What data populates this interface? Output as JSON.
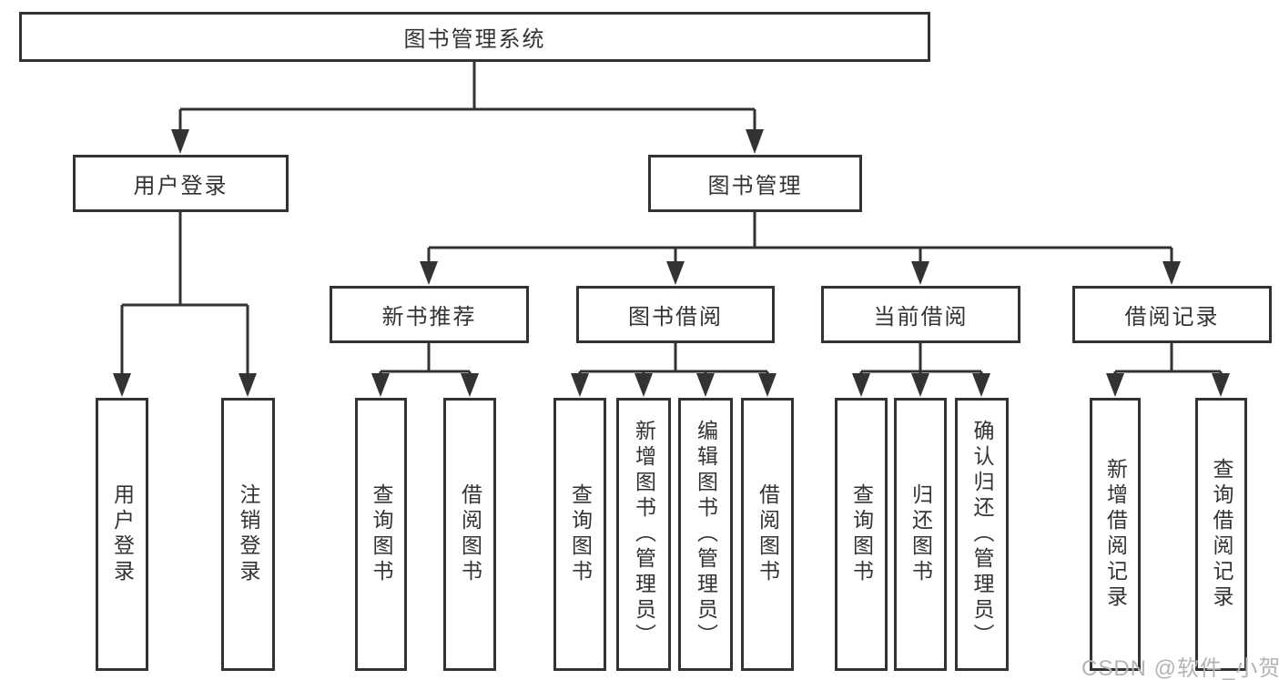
{
  "diagram": {
    "type": "hierarchy",
    "colors": {
      "line": "#333333",
      "box_border": "#333333",
      "text": "#333333",
      "watermark_text": "#b4b4b4",
      "background": "#ffffff"
    },
    "tree": {
      "label": "图书管理系统",
      "children": [
        {
          "label": "用户登录",
          "children": [
            {
              "label": "用户登录"
            },
            {
              "label": "注销登录"
            }
          ]
        },
        {
          "label": "图书管理",
          "children": [
            {
              "label": "新书推荐",
              "children": [
                {
                  "label": "查询图书"
                },
                {
                  "label": "借阅图书"
                }
              ]
            },
            {
              "label": "图书借阅",
              "children": [
                {
                  "label": "查询图书"
                },
                {
                  "label": "新增图书（管理员）"
                },
                {
                  "label": "编辑图书（管理员）"
                },
                {
                  "label": "借阅图书"
                }
              ]
            },
            {
              "label": "当前借阅",
              "children": [
                {
                  "label": "查询图书"
                },
                {
                  "label": "归还图书"
                },
                {
                  "label": "确认归还（管理员）"
                }
              ]
            },
            {
              "label": "借阅记录",
              "children": [
                {
                  "label": "新增借阅记录"
                },
                {
                  "label": "查询借阅记录"
                }
              ]
            }
          ]
        }
      ]
    },
    "watermark": {
      "text": "CSDN @软件_小贺同学"
    }
  }
}
